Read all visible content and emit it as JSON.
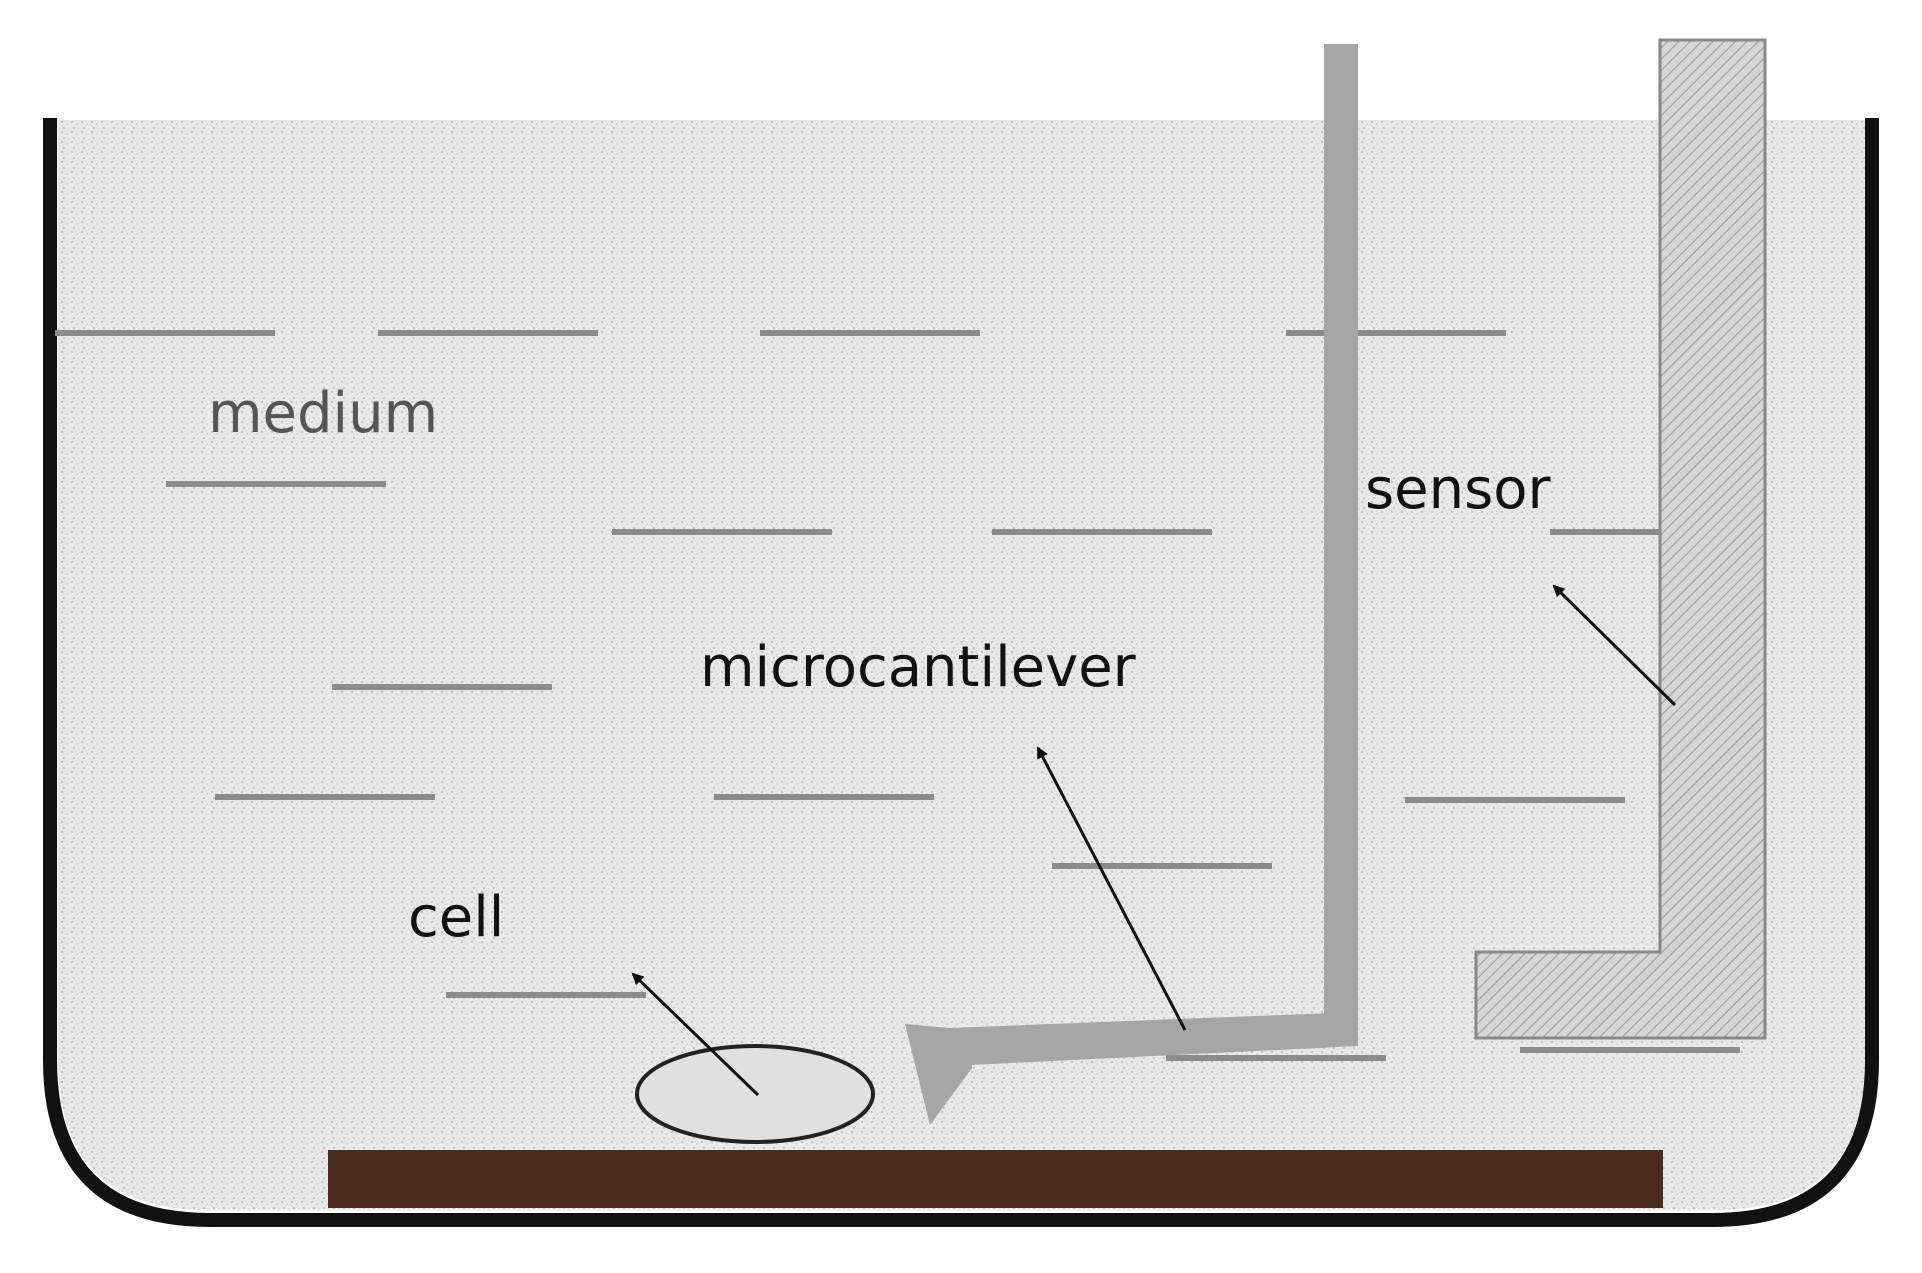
{
  "labels": {
    "medium": "medium",
    "sensor": "sensor",
    "microcantilever": "microcantilever",
    "cell": "cell"
  },
  "colors": {
    "medium_fill": "#e8e8e8",
    "container_wall": "#111111",
    "substrate": "#4a2c1e",
    "cantilever": "#a6a6a6",
    "medium_lines": "#8c8c8c",
    "sensor_fill": "#d0d0d0",
    "sensor_hatch": "#9a9a9a",
    "cell_fill": "#e0e0e0",
    "medium_label": "#555555",
    "label": "#111111"
  }
}
